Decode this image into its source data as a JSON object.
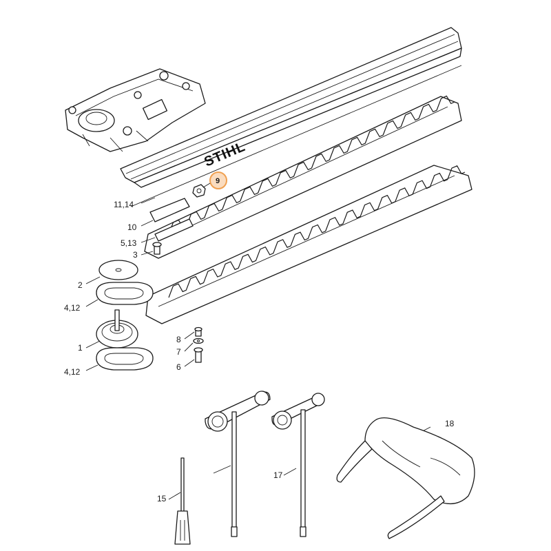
{
  "brand": "STIHL",
  "highlight": {
    "number": "9",
    "color": "#f0a050"
  },
  "labels": {
    "l11_14": "11,14",
    "l10": "10",
    "l5_13": "5,13",
    "l3": "3",
    "l2": "2",
    "l4_12_top": "4,12",
    "l1": "1",
    "l8": "8",
    "l7": "7",
    "l6": "6",
    "l4_12_bottom": "4,12",
    "l18": "18",
    "l17": "17",
    "l15": "15"
  }
}
